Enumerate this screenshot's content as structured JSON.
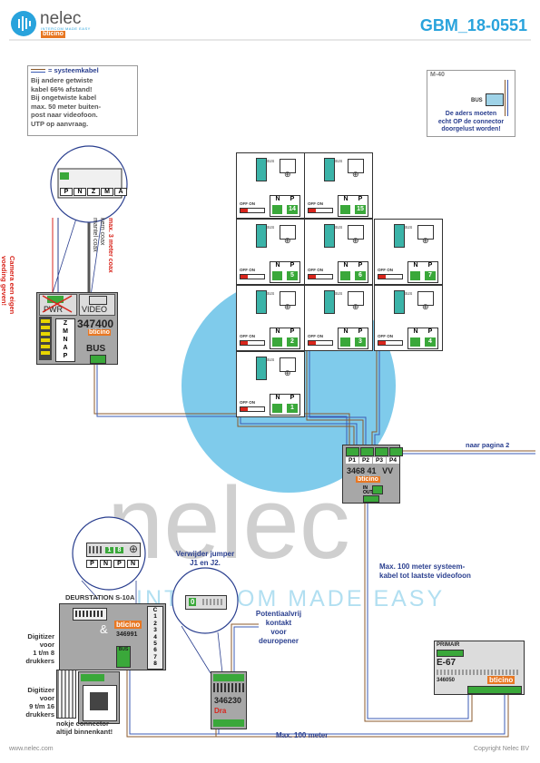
{
  "header": {
    "brand_name": "nelec",
    "brand_tagline": "INTERCOM MADE EASY",
    "brand_partner": "bticino",
    "doc_code": "GBM_18-0551"
  },
  "notes": {
    "cable_legend_title": "= systeemkabel",
    "cable_legend_lines": [
      "Bij andere getwiste",
      "kabel 66% afstand!",
      "Bij ongetwiste kabel",
      "max. 50 meter buiten-",
      "post naar videofoon.",
      "UTP op aanvraag."
    ],
    "m40_label": "M-40",
    "m40_bus": "BUS",
    "m40_lines": [
      "De aders moeten",
      "echt OP de connector",
      "doorgelust worden!"
    ]
  },
  "camera_module": {
    "model": "347400",
    "brand": "bticino",
    "pwr": "PWR",
    "video": "VIDEO",
    "bus": "BUS",
    "terminal_letters": [
      "P",
      "N",
      "Z",
      "M",
      "A"
    ],
    "pwr_note": [
      "Camera een eigen",
      "voeding geven!"
    ],
    "coax_note": [
      "max. 3 meter coax",
      "kern coax",
      "mantel coax"
    ]
  },
  "videophones": {
    "terminals": [
      "P",
      "N"
    ],
    "switch_label": "OFF ON",
    "bus_label": "BUS",
    "units": [
      {
        "p": "14"
      },
      {
        "p": "15"
      },
      {
        "p": "5"
      },
      {
        "p": "6"
      },
      {
        "p": "7"
      },
      {
        "p": "2"
      },
      {
        "p": "3"
      },
      {
        "p": "4"
      },
      {
        "p": "1"
      }
    ]
  },
  "distributor": {
    "model": "3468 41",
    "suffix": "VV",
    "brand": "bticino",
    "ports": [
      "P1",
      "P2",
      "P3",
      "P4"
    ],
    "in_label": "IN",
    "out_label": "OUT",
    "next_page": "naar pagina 2"
  },
  "doorstation": {
    "title": "DEURSTATION S-10A",
    "model": "346991",
    "brand": "bticino",
    "button_numbers": [
      "C",
      "1",
      "2",
      "3",
      "4",
      "5",
      "6",
      "7",
      "8"
    ],
    "zoom_values": [
      "1",
      "8"
    ],
    "zoom_letters": [
      "P",
      "N"
    ],
    "digitizer_1": [
      "Digitizer",
      "voor",
      "1 t/m 8",
      "drukkers"
    ],
    "digitizer_2": [
      "Digitizer",
      "voor",
      "9 t/m 16",
      "drukkers"
    ],
    "connector_note": [
      "nokje connector",
      "altijd binnenkant!"
    ]
  },
  "jumper": {
    "note": [
      "Verwijder jumper",
      "J1 en J2."
    ],
    "value": "0"
  },
  "relay": {
    "model": "346230",
    "label": "Dra",
    "note": [
      "Potentiaalvrij",
      "kontakt",
      "voor",
      "deuropener"
    ]
  },
  "power": {
    "code": "E-67",
    "primair": "PRIMAIR",
    "model": "346050",
    "brand": "bticino",
    "distance_note": [
      "Max. 100 meter systeem-",
      "kabel tot laatste videofoon"
    ]
  },
  "footer": {
    "distance": "Max. 100 meter",
    "website": "www.nelec.com",
    "copyright": "Copyright Nelec BV"
  },
  "watermark": "nelec",
  "colors": {
    "accent": "#29a3dc",
    "text_blue": "#2a3f8f",
    "red": "#d8251c",
    "green": "#3aa83a",
    "teal": "#3bb3a8"
  }
}
